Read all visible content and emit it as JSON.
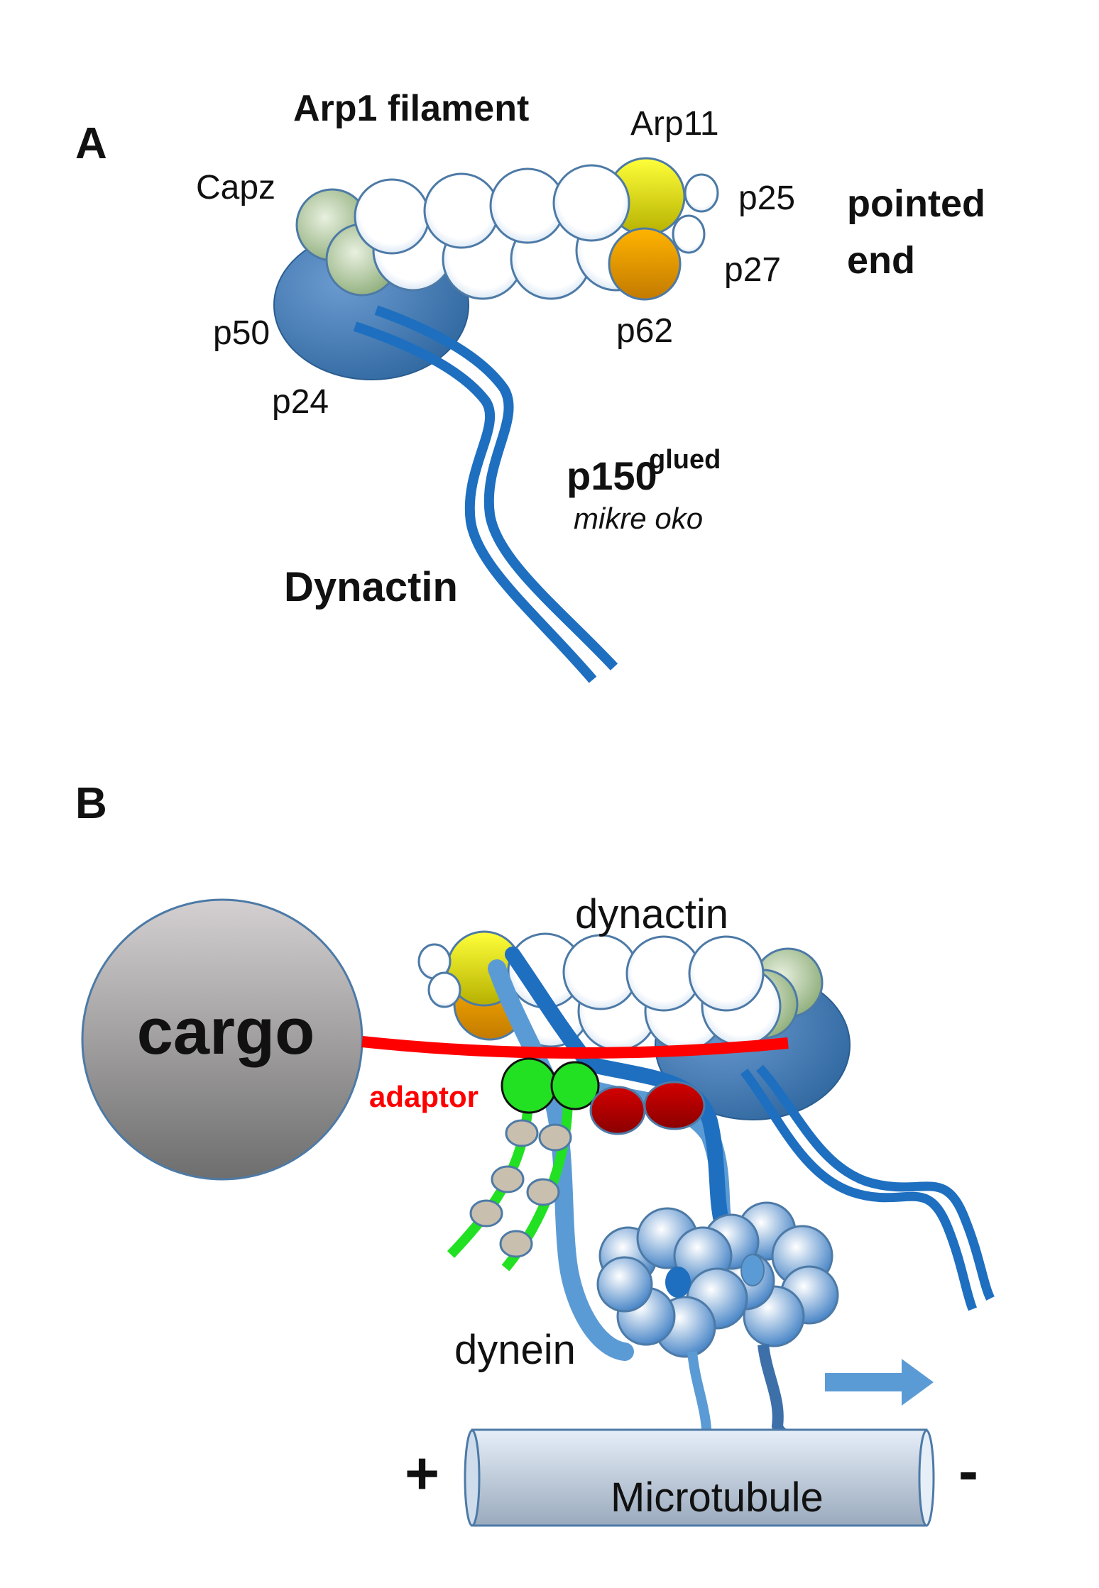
{
  "panel_a": {
    "letter": "A",
    "arp1_filament": "Arp1 filament",
    "arp11": "Arp11",
    "capz": "Capz",
    "p25": "p25",
    "p27": "p27",
    "p62": "p62",
    "p50": "p50",
    "p24": "p24",
    "pointed": "pointed",
    "end": "end",
    "p150": "p150",
    "glued": "glued",
    "mikre_oko": "mikre oko",
    "dynactin": "Dynactin"
  },
  "panel_b": {
    "letter": "B",
    "dynactin": "dynactin",
    "cargo": "cargo",
    "adaptor": "adaptor",
    "dynein": "dynein",
    "plus": "+",
    "minus": "-",
    "microtubule": "Microtubule"
  },
  "colors": {
    "dynactin_blue": "#1e6fc0",
    "arp1_white": "#ffffff",
    "arp11_yellow": "#e8e000",
    "p62_orange": "#e89a00",
    "capz_green": "#9db78a",
    "p50_blue": "#3d78b0",
    "adaptor_red": "#ff0000",
    "dynein_light_blue": "#5b9bd5",
    "motor_red": "#b40000",
    "lis1_green": "#22e022",
    "cargo_gray": "#8a8a8a"
  }
}
